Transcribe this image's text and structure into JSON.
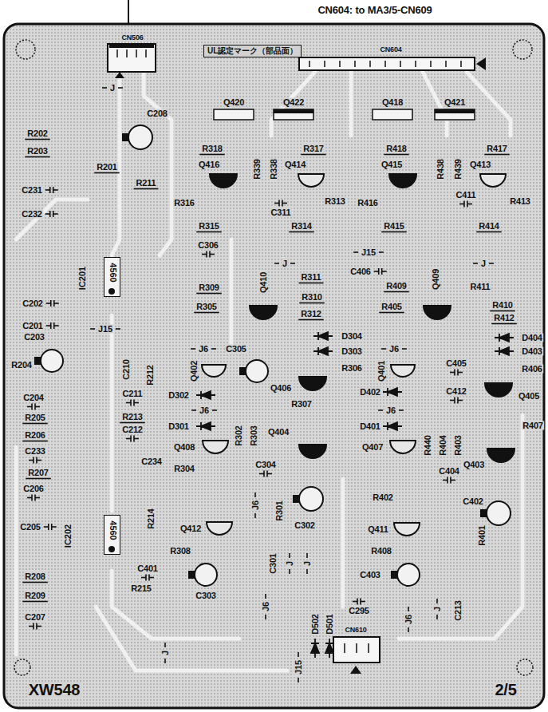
{
  "diagram": {
    "nodes": [
      {
        "text": [
          "UL認定マーク（部品面）"
        ]
      },
      {
        "text": [
          "4560",
          "IC201"
        ]
      },
      {
        "text": [
          "4560",
          "IC202"
        ]
      }
    ],
    "labels": [
      "CN604: to MA3/5-CN609",
      "CN506",
      "CN604",
      "J",
      "C208",
      "R202",
      "R203",
      "R201",
      "R211",
      "C231",
      "C232",
      "Q420",
      "Q422",
      "Q418",
      "Q421",
      "R318",
      "R317",
      "R418",
      "R417",
      "Q416",
      "R339",
      "R338",
      "Q414",
      "Q415",
      "R438",
      "R439",
      "Q413",
      "R316",
      "R313",
      "R416",
      "R413",
      "C311",
      "C411",
      "R315",
      "R314",
      "R415",
      "R414",
      "C306",
      "J15",
      "J",
      "J",
      "C406",
      "R409",
      "R311",
      "R309",
      "R411",
      "C202",
      "C201",
      "R305",
      "R310",
      "R405",
      "R410",
      "R312",
      "R412",
      "Q410",
      "Q409",
      "J15",
      "C203",
      "D304",
      "D404",
      "D303",
      "D403",
      "R306",
      "R406",
      "J6",
      "J6",
      "C305",
      "Q402",
      "Q401",
      "C405",
      "C412",
      "Q406",
      "Q405",
      "R204",
      "C210",
      "R212",
      "C211",
      "R307",
      "C204",
      "R205",
      "R206",
      "R213",
      "C212",
      "C233",
      "C234",
      "R207",
      "C206",
      "C205",
      "D302",
      "D301",
      "D402",
      "D401",
      "J6",
      "J6",
      "R302",
      "R303",
      "R440",
      "R404",
      "R403",
      "R407",
      "Q404",
      "Q403",
      "Q408",
      "Q407",
      "C304",
      "C404",
      "R304",
      "J6",
      "R301",
      "C302",
      "C402",
      "R402",
      "Q412",
      "Q411",
      "R214",
      "R308",
      "R408",
      "R401",
      "C401",
      "R215",
      "C303",
      "C301",
      "J",
      "J",
      "C403",
      "R208",
      "R209",
      "C207",
      "J6",
      "C295",
      "J6",
      "J",
      "C213",
      "D502",
      "D501",
      "J15",
      "J",
      "CN610",
      "XW548",
      "2/5"
    ]
  }
}
